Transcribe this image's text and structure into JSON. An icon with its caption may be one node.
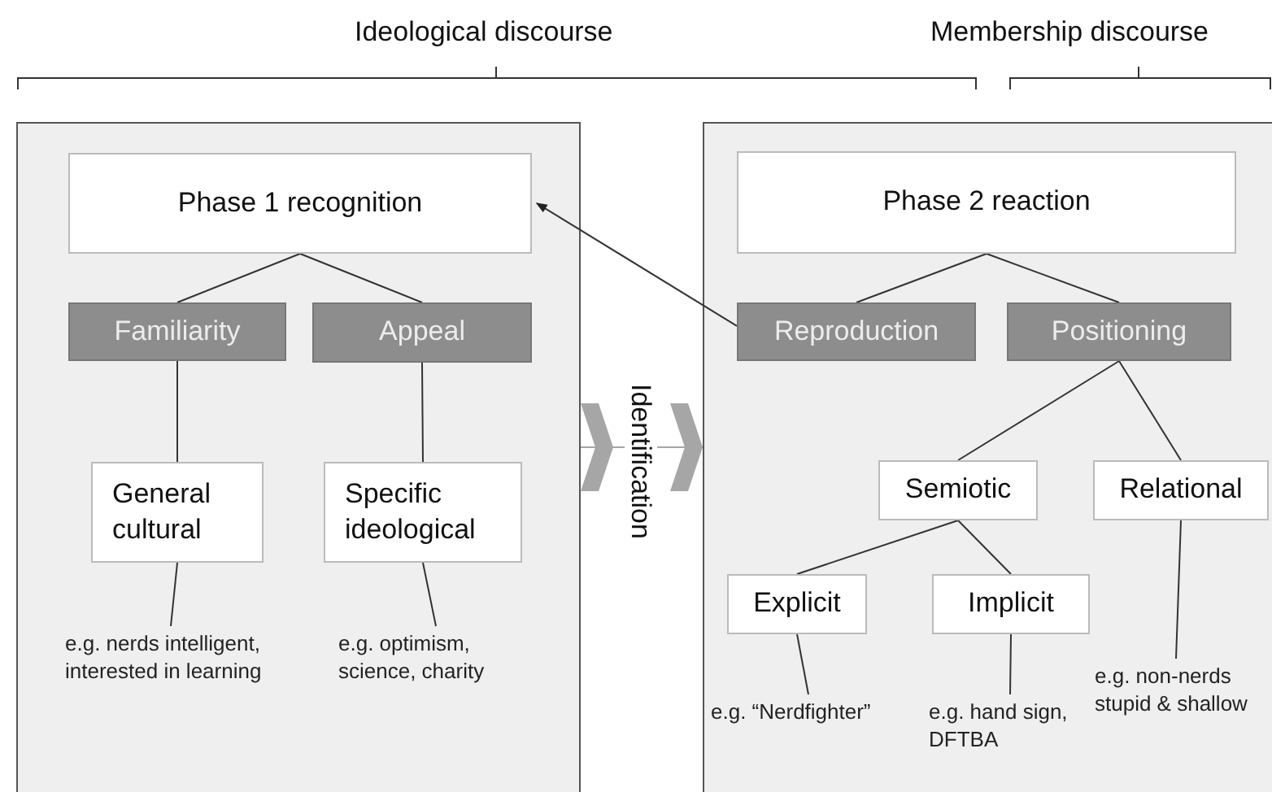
{
  "diagram": {
    "nodes": [
      {
        "text": [],
        "shape": "box"
      },
      {
        "text": [
          "Phase 1 recognition"
        ],
        "in": 0
      },
      {
        "text": [
          "Familiarity"
        ],
        "in": 0
      },
      {
        "text": [
          "Appeal"
        ],
        "in": 0
      },
      {
        "text": [
          "General cultural"
        ],
        "in": 0
      },
      {
        "text": [
          "Specific ideological"
        ],
        "in": 0
      },
      {
        "text": [
          "e.g. nerds intelligent, interested in learning"
        ],
        "in": 0
      },
      {
        "text": [
          "e.g. optimism, science, charity"
        ],
        "in": 0
      },
      {
        "text": [],
        "shape": "box"
      },
      {
        "text": [
          "Phase 2 reaction"
        ],
        "in": 8
      },
      {
        "text": [
          "Reproduction"
        ],
        "in": 8
      },
      {
        "text": [
          "Positioning"
        ],
        "in": 8
      },
      {
        "text": [
          "Semiotic"
        ],
        "in": 8
      },
      {
        "text": [
          "Relational"
        ],
        "in": 8
      },
      {
        "text": [
          "Explicit"
        ],
        "in": 8
      },
      {
        "text": [
          "Implicit"
        ],
        "in": 8
      },
      {
        "text": [
          "e.g. “Nerdfighter”"
        ],
        "in": 8
      },
      {
        "text": [
          "e.g. hand sign, DFTBA"
        ],
        "in": 8
      },
      {
        "text": [
          "e.g. non-nerds stupid & shallow"
        ],
        "in": 8
      }
    ],
    "edges": [
      {
        "from": 1,
        "to": 2,
        "arrow": "none"
      },
      {
        "from": 1,
        "to": 3,
        "arrow": "none"
      },
      {
        "from": 2,
        "to": 4,
        "arrow": "none"
      },
      {
        "from": 3,
        "to": 5,
        "arrow": "none"
      },
      {
        "from": 4,
        "to": 6,
        "arrow": "none"
      },
      {
        "from": 5,
        "to": 7,
        "arrow": "none"
      },
      {
        "from": 9,
        "to": 10,
        "arrow": "none"
      },
      {
        "from": 9,
        "to": 11,
        "arrow": "none"
      },
      {
        "from": 11,
        "to": 12,
        "arrow": "none"
      },
      {
        "from": 11,
        "to": 13,
        "arrow": "none"
      },
      {
        "from": 12,
        "to": 14,
        "arrow": "none"
      },
      {
        "from": 12,
        "to": 15,
        "arrow": "none"
      },
      {
        "from": 14,
        "to": 16,
        "arrow": "none"
      },
      {
        "from": 15,
        "to": 17,
        "arrow": "none"
      },
      {
        "from": 13,
        "to": 18,
        "arrow": "none"
      },
      {
        "from": 10,
        "to": 1,
        "arrow": "to"
      },
      {
        "from": 0,
        "to": 8,
        "arrow": "to",
        "label": "Identification",
        "color": "#a6a6a6"
      }
    ],
    "labels": [
      "Ideological discourse",
      "Membership discourse"
    ]
  }
}
